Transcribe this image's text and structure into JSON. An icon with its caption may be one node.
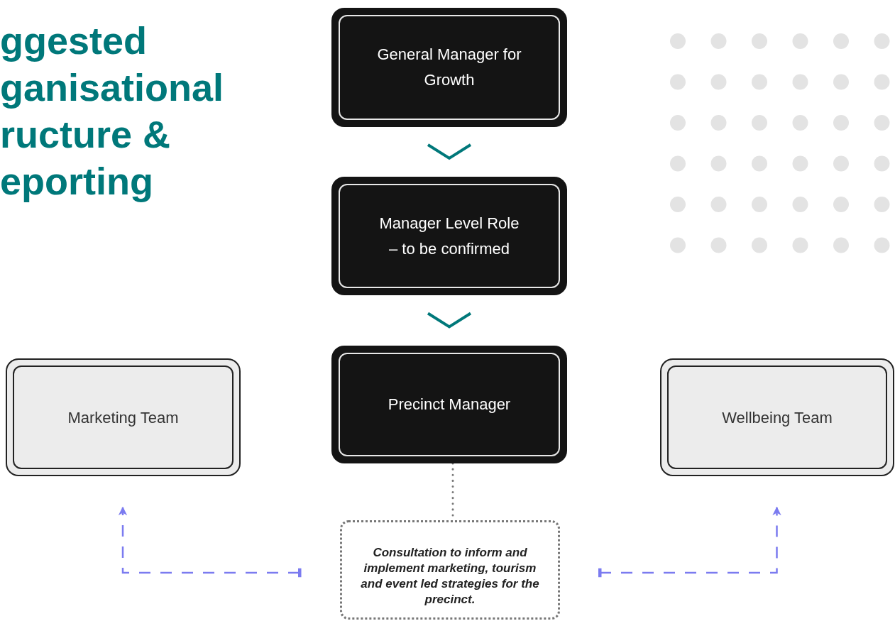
{
  "diagram": {
    "title": "ggested ganisational ructure & eporting",
    "nodes": [
      {
        "text": [
          "General Manager for Growth"
        ]
      },
      {
        "text": [
          "Manager Level Role – to be confirmed"
        ]
      },
      {
        "text": [
          "Marketing Team"
        ]
      },
      {
        "text": [
          "Precinct Manager"
        ]
      },
      {
        "text": [
          "Wellbeing Team"
        ]
      },
      {
        "text": [
          "Consultation to inform and implement marketing, tourism and event led strategies for the precinct."
        ]
      }
    ],
    "edges": [
      {
        "from": 0,
        "to": 1,
        "arrow": "to"
      },
      {
        "from": 1,
        "to": 3,
        "arrow": "to"
      },
      {
        "from": 3,
        "to": 5,
        "arrow": "none",
        "style": "dashed",
        "color": "#777777"
      },
      {
        "from": 5,
        "to": 2,
        "arrow": "to",
        "style": "dashed",
        "color": "#7b7bf0"
      },
      {
        "from": 5,
        "to": 4,
        "arrow": "to",
        "style": "dashed",
        "color": "#7b7bf0"
      }
    ]
  }
}
